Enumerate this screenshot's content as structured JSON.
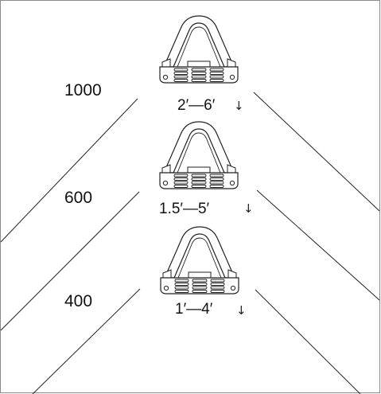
{
  "tiers": [
    {
      "label": "1000",
      "range": "2′—6′",
      "arrow": "↓"
    },
    {
      "label": "600",
      "range": "1.5′—5′",
      "arrow": "↓"
    },
    {
      "label": "400",
      "range": "1′—4′",
      "arrow": "↓"
    }
  ],
  "colors": {
    "line": "#222222",
    "border": "#8a8a8a",
    "background": "#ffffff"
  },
  "icons": [
    "clamp-device-icon"
  ]
}
